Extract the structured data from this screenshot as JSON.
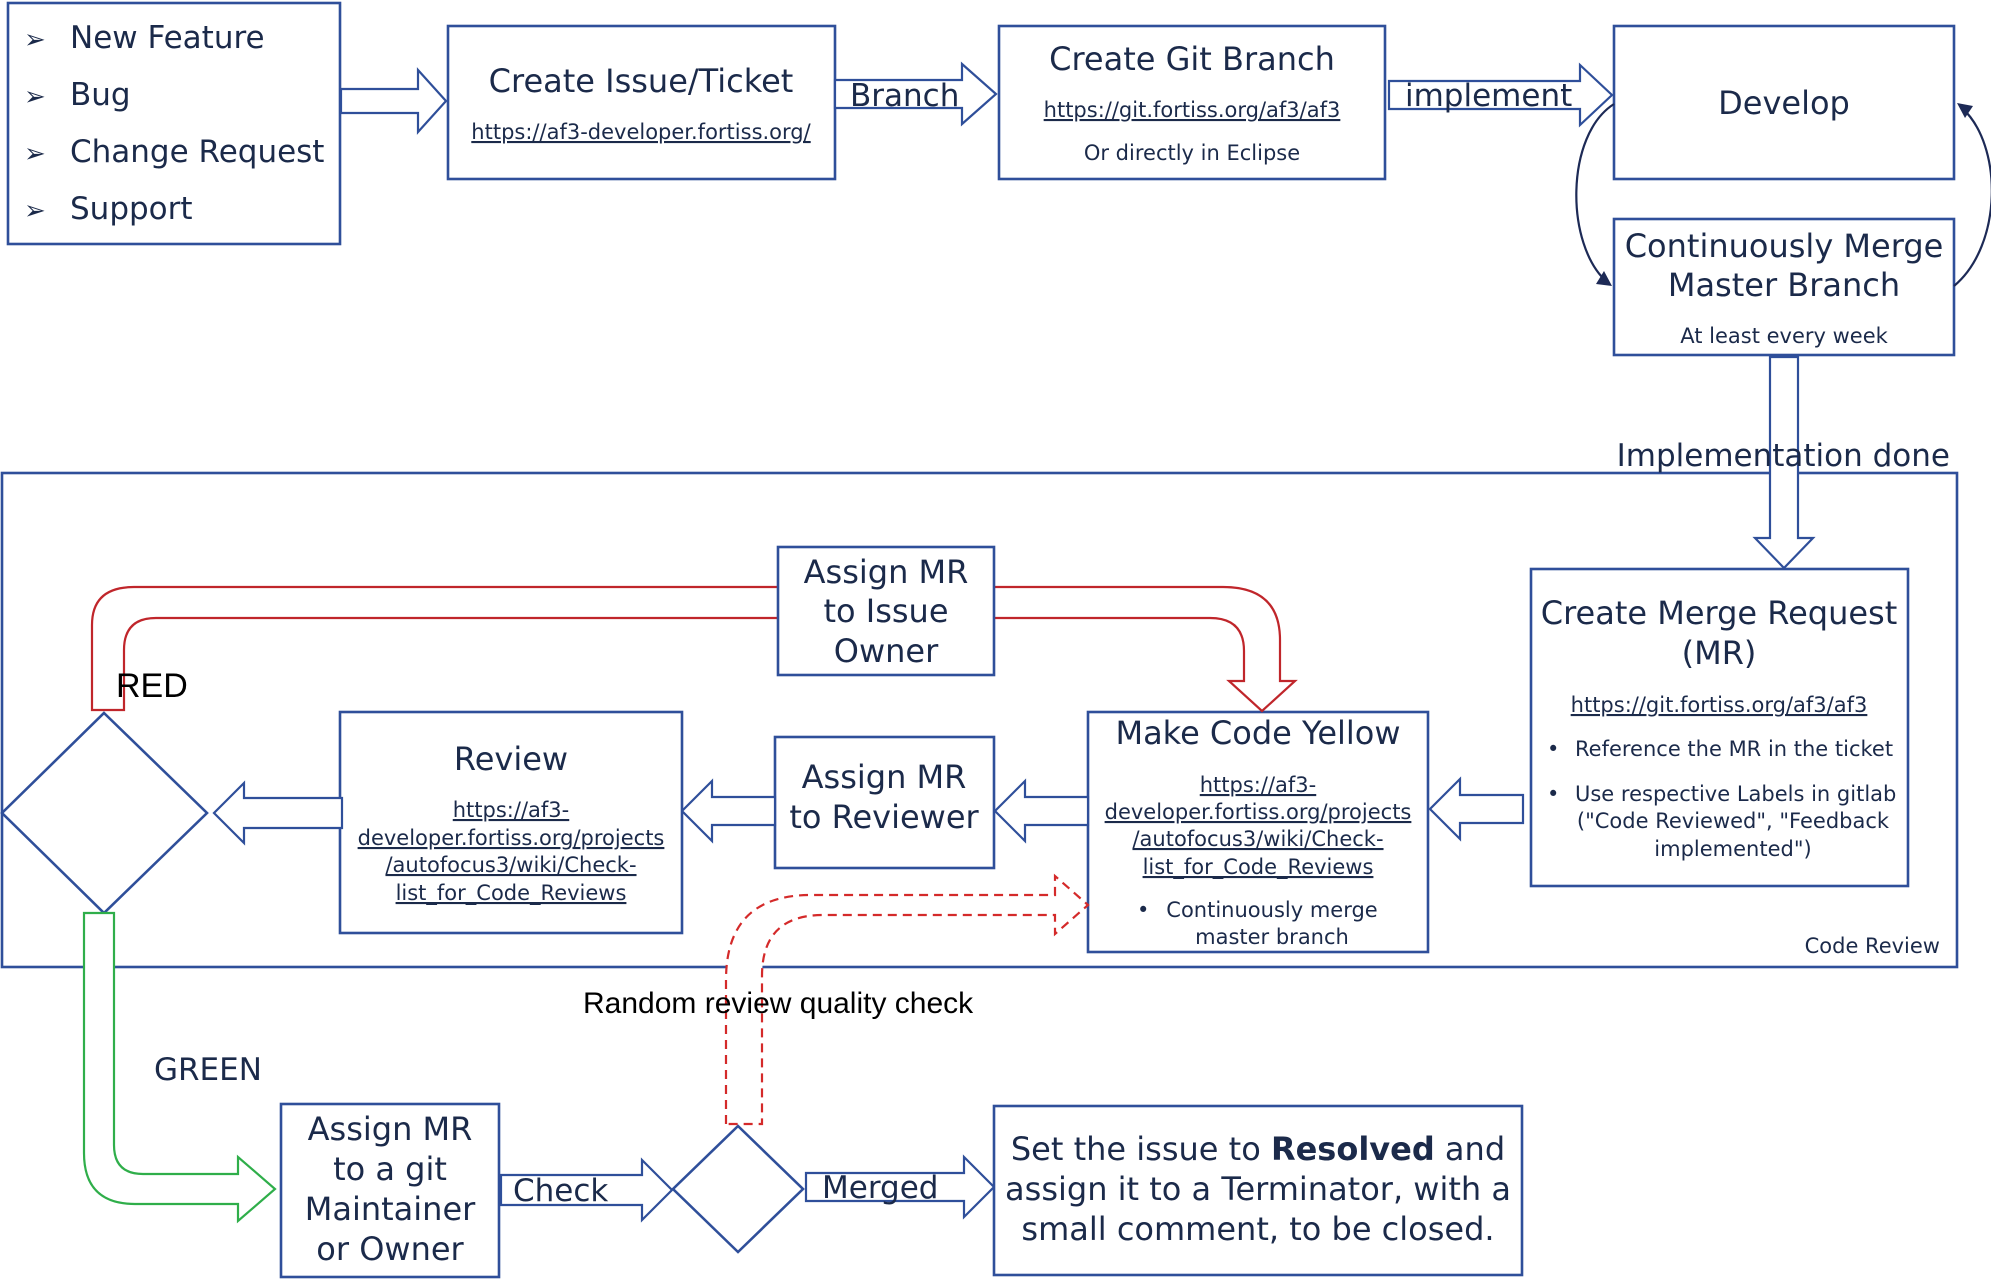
{
  "colors": {
    "box_stroke": "#2f4f9a",
    "text": "#1b2a4a",
    "red_path": "#c0262b",
    "green_path": "#2fae4a",
    "dashed_path": "#d42a2a"
  },
  "intake": {
    "items": [
      "New Feature",
      "Bug",
      "Change Request",
      "Support"
    ],
    "bullet_icon": "arrowhead-bullet-icon"
  },
  "create_issue": {
    "title": "Create Issue/Ticket",
    "link": "https://af3-developer.fortiss.org/"
  },
  "create_branch": {
    "title": "Create Git Branch",
    "link": "https://git.fortiss.org/af3/af3",
    "note": "Or directly in Eclipse"
  },
  "develop": {
    "title": "Develop"
  },
  "merge_master": {
    "title_line1": "Continuously Merge",
    "title_line2": "Master Branch",
    "note": "At least every week"
  },
  "arrow_labels": {
    "branch": "Branch",
    "implement": "implement",
    "implementation_done": "Implementation done",
    "red": "RED",
    "green": "GREEN",
    "random_check": "Random review quality check",
    "check": "Check",
    "merged": "Merged"
  },
  "code_review_label": "Code Review",
  "create_mr": {
    "title_line1": "Create Merge Request",
    "title_line2": "(MR)",
    "link": "https://git.fortiss.org/af3/af3",
    "bullet1": "Reference the MR in the ticket",
    "bullet2_line1": "Use respective Labels in gitlab",
    "bullet2_line2": "(\"Code Reviewed\", \"Feedback",
    "bullet2_line3": "implemented\")"
  },
  "make_yellow": {
    "title": "Make Code Yellow",
    "link_line1": "https://af3-",
    "link_line2": "developer.fortiss.org/projects",
    "link_line3": "/autofocus3/wiki/Check-",
    "link_line4": "list_for_Code_Reviews",
    "bullet_line1": "Continuously merge",
    "bullet_line2": "master branch"
  },
  "assign_reviewer": {
    "line1": "Assign MR",
    "line2": "to Reviewer"
  },
  "review": {
    "title": "Review",
    "link_line1": "https://af3-",
    "link_line2": "developer.fortiss.org/projects",
    "link_line3": "/autofocus3/wiki/Check-",
    "link_line4": "list_for_Code_Reviews"
  },
  "assign_owner": {
    "line1": "Assign MR",
    "line2": "to Issue",
    "line3": "Owner"
  },
  "assign_maintainer": {
    "line1": "Assign MR",
    "line2": "to a git",
    "line3": "Maintainer",
    "line4": "or Owner"
  },
  "resolve": {
    "line1_pre": "Set the issue to ",
    "line1_bold": "Resolved",
    "line1_post": " and",
    "line2": "assign it to a Terminator, with a",
    "line3": "small comment, to be closed."
  }
}
